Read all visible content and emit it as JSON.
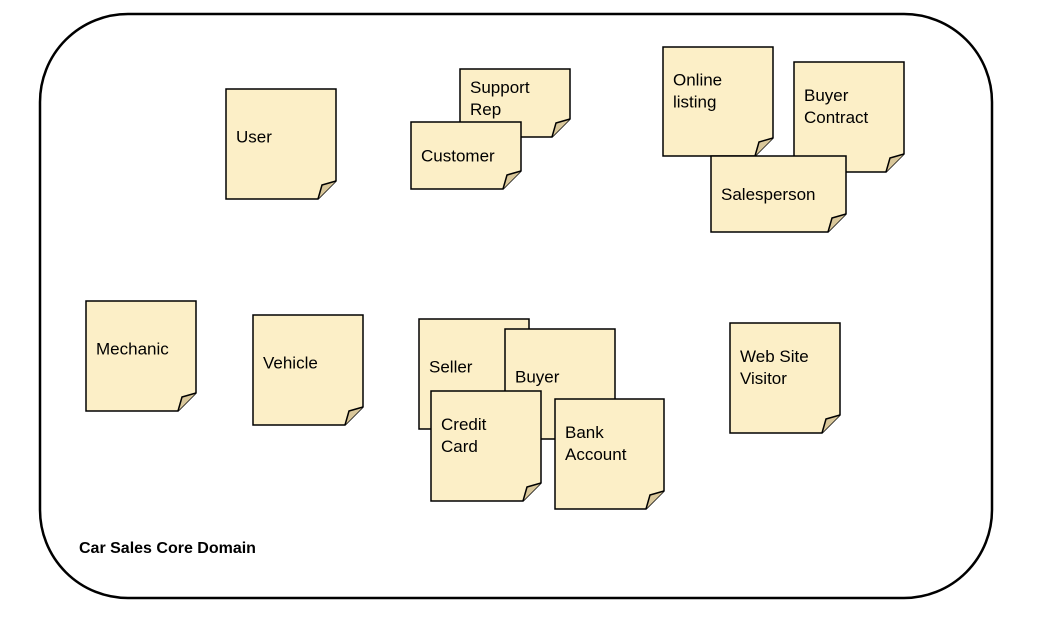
{
  "domain": {
    "label": "Car Sales Core Domain"
  },
  "colors": {
    "note_fill": "#FCEFC7",
    "note_stroke": "#000000",
    "boundary_stroke": "#000000"
  },
  "notes": [
    {
      "id": "support-rep",
      "lines": [
        "Support",
        "Rep"
      ]
    },
    {
      "id": "customer",
      "lines": [
        "Customer"
      ]
    },
    {
      "id": "user",
      "lines": [
        "User"
      ]
    },
    {
      "id": "online-listing",
      "lines": [
        "Online",
        "listing"
      ]
    },
    {
      "id": "buyer-contract",
      "lines": [
        "Buyer",
        "Contract"
      ]
    },
    {
      "id": "salesperson",
      "lines": [
        "Salesperson"
      ]
    },
    {
      "id": "mechanic",
      "lines": [
        "Mechanic"
      ]
    },
    {
      "id": "vehicle",
      "lines": [
        "Vehicle"
      ]
    },
    {
      "id": "seller",
      "lines": [
        "Seller"
      ]
    },
    {
      "id": "buyer",
      "lines": [
        "Buyer"
      ]
    },
    {
      "id": "credit-card",
      "lines": [
        "Credit",
        "Card"
      ]
    },
    {
      "id": "bank-account",
      "lines": [
        "Bank",
        "Account"
      ]
    },
    {
      "id": "web-site-visitor",
      "lines": [
        "Web Site",
        "Visitor"
      ]
    }
  ]
}
